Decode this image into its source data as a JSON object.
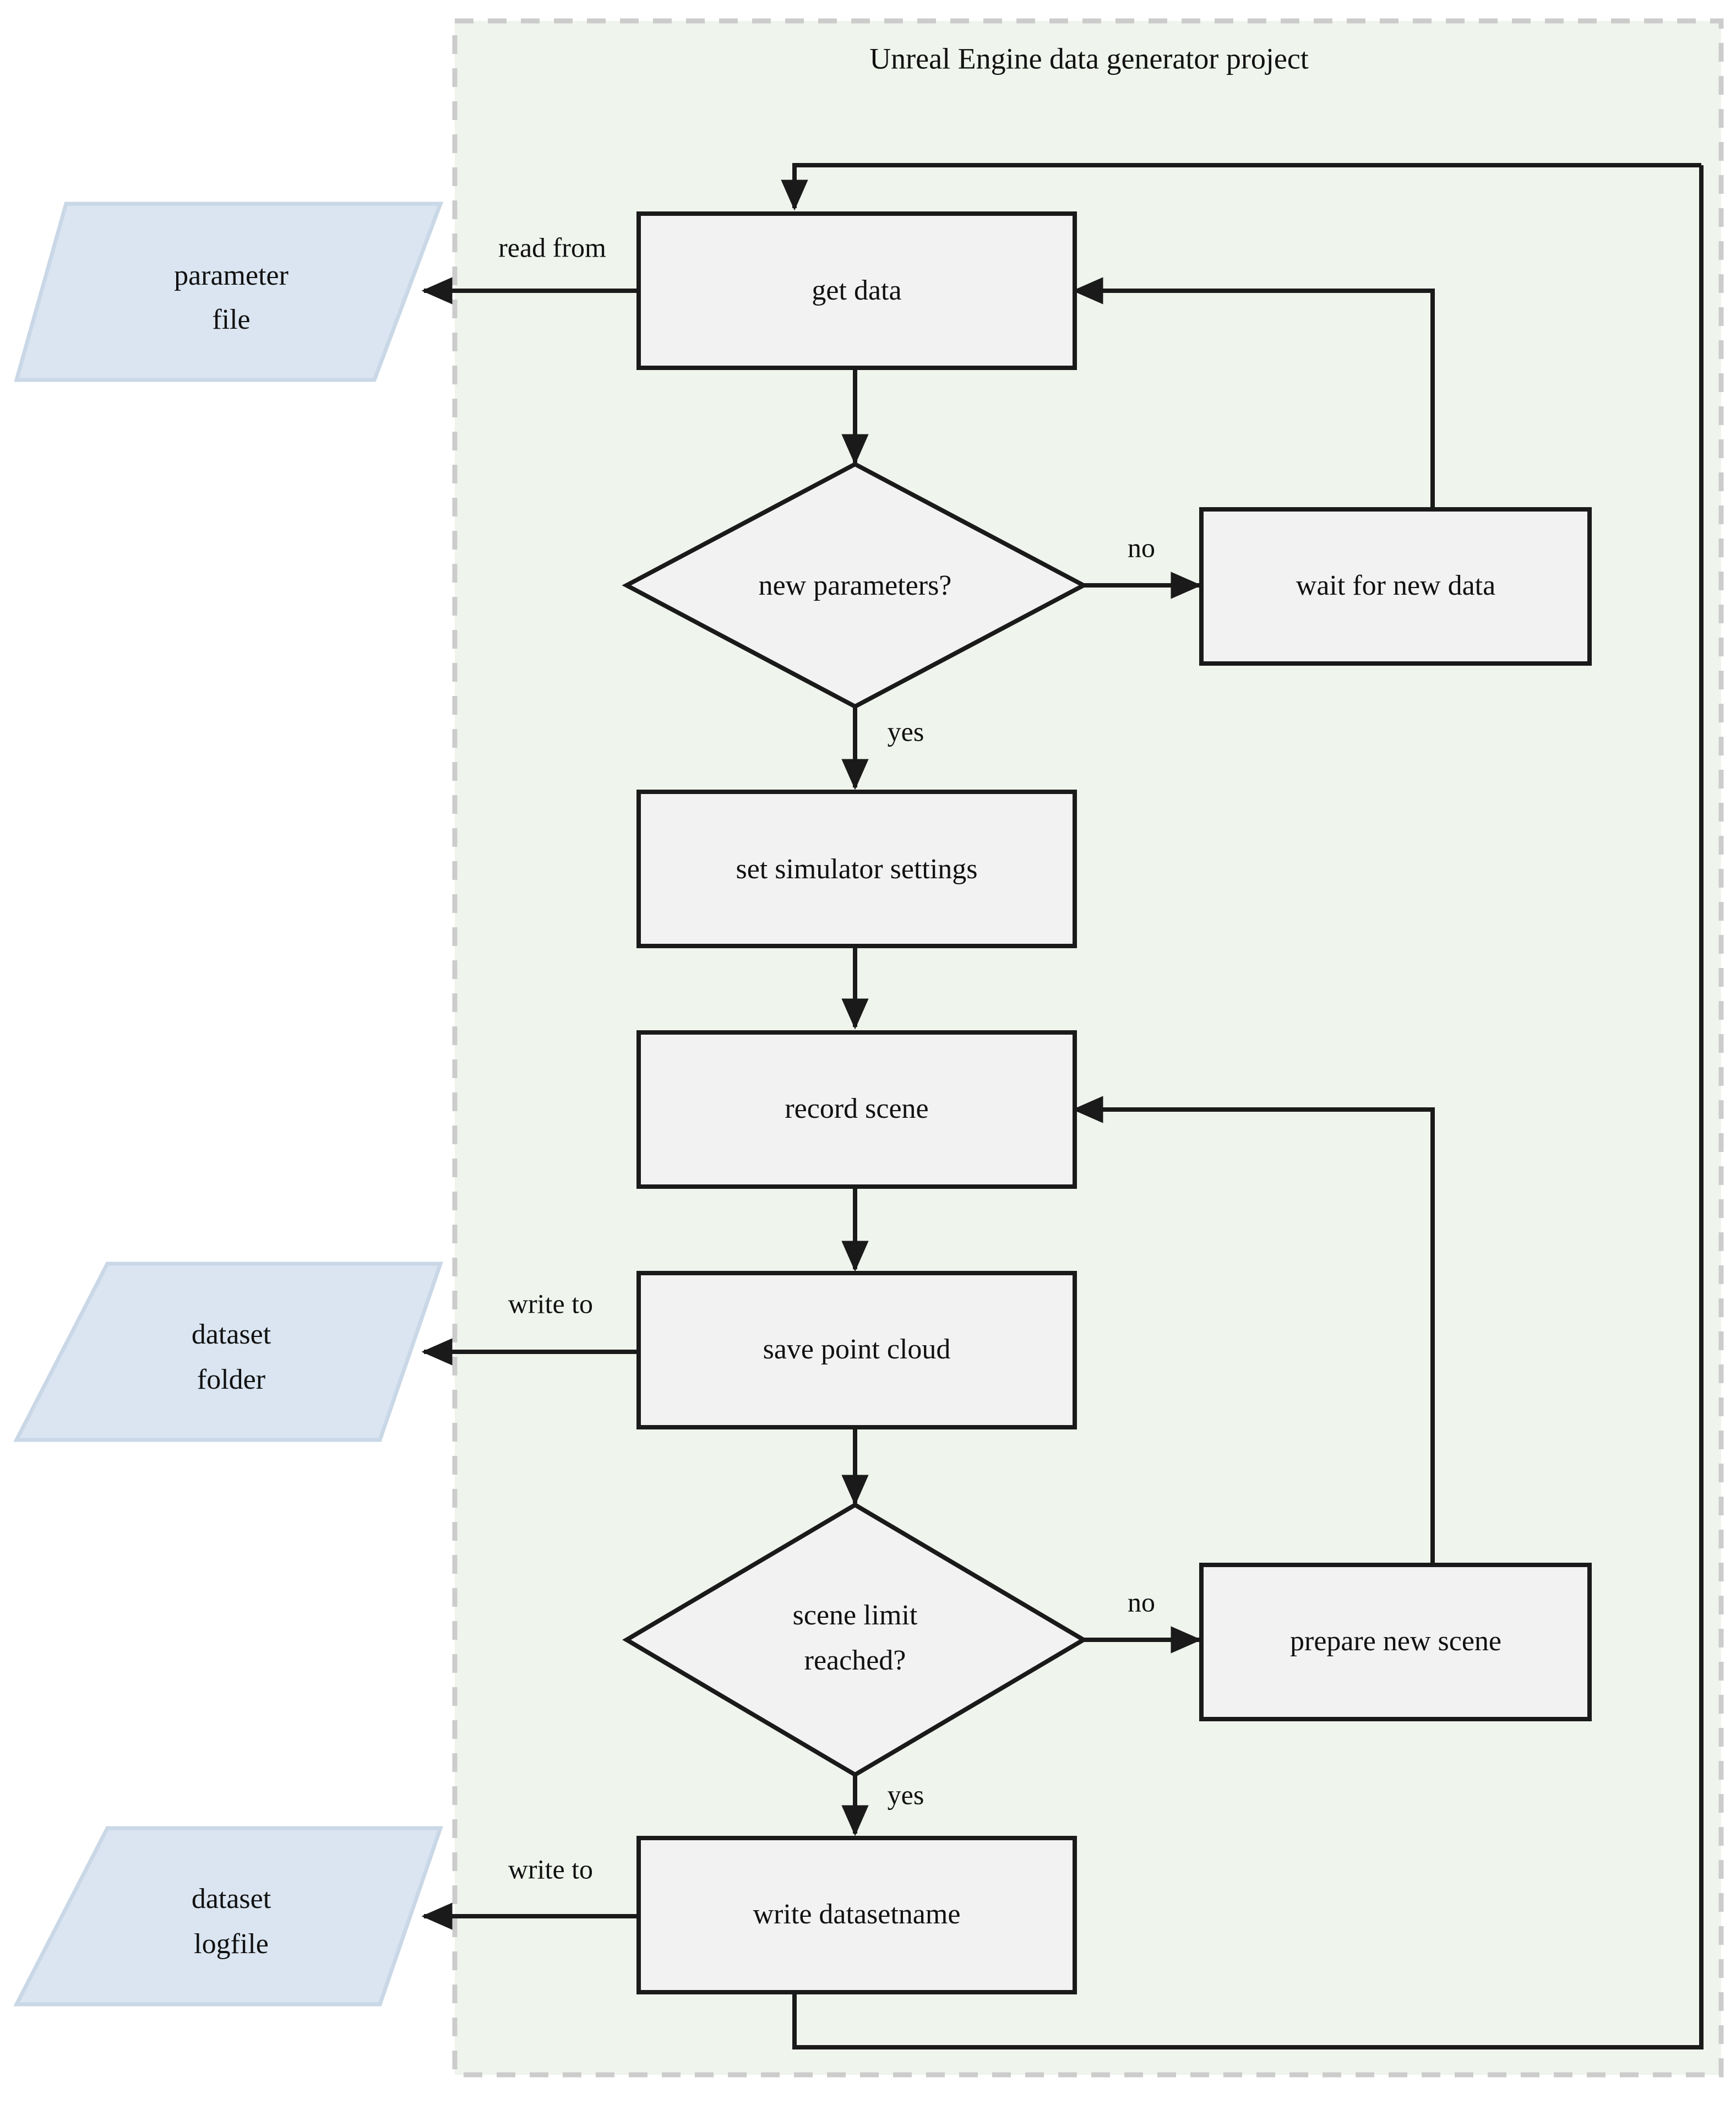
{
  "diagram": {
    "title": "Unreal Engine data generator project",
    "container_fill": "#eff4ec",
    "container_border": "#cccccc",
    "process_fill": "#f2f2f2",
    "process_border": "#1a1a1a",
    "io_fill": "#dae5f1",
    "io_border": "#c9d7e6",
    "edge_color": "#1a1a1a",
    "text_color": "#111111"
  },
  "nodes": {
    "parameter_file": {
      "label_line1": "parameter",
      "label_line2": "file",
      "type": "io"
    },
    "get_data": {
      "label": "get data",
      "type": "process"
    },
    "new_parameters": {
      "label": "new parameters?",
      "type": "decision"
    },
    "wait_for_new_data": {
      "label": "wait for new data",
      "type": "process"
    },
    "set_simulator_settings": {
      "label": "set simulator settings",
      "type": "process"
    },
    "record_scene": {
      "label": "record scene",
      "type": "process"
    },
    "dataset_folder": {
      "label_line1": "dataset",
      "label_line2": "folder",
      "type": "io"
    },
    "save_point_cloud": {
      "label": "save point cloud",
      "type": "process"
    },
    "scene_limit_reached": {
      "label_line1": "scene limit",
      "label_line2": "reached?",
      "type": "decision"
    },
    "prepare_new_scene": {
      "label": "prepare new scene",
      "type": "process"
    },
    "dataset_logfile": {
      "label_line1": "dataset",
      "label_line2": "logfile",
      "type": "io"
    },
    "write_datasetname": {
      "label": "write datasetname",
      "type": "process"
    }
  },
  "edge_labels": {
    "read_from": "read from",
    "no_params": "no",
    "yes_params": "yes",
    "write_to_dataset": "write to",
    "no_scene": "no",
    "yes_scene": "yes",
    "write_to_logfile": "write to"
  }
}
